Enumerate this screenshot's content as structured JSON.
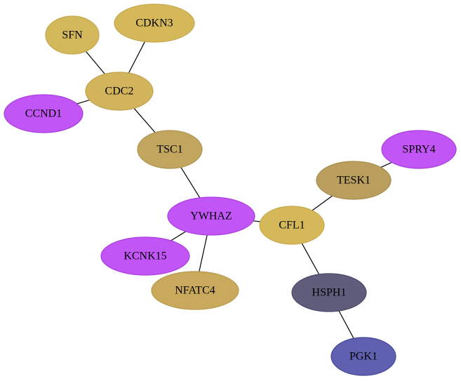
{
  "graph": {
    "nodes": [
      {
        "id": "SFN",
        "label": "SFN",
        "fill": "#d3b75b",
        "stroke": "#c4a94f"
      },
      {
        "id": "CDKN3",
        "label": "CDKN3",
        "fill": "#d5b85a",
        "stroke": "#c6a94c"
      },
      {
        "id": "CDC2",
        "label": "CDC2",
        "fill": "#d2b45d",
        "stroke": "#c1a24e"
      },
      {
        "id": "CCND1",
        "label": "CCND1",
        "fill": "#c155f5",
        "stroke": "#a93ee0"
      },
      {
        "id": "TSC1",
        "label": "TSC1",
        "fill": "#c2a65f",
        "stroke": "#ae9250"
      },
      {
        "id": "SPRY4",
        "label": "SPRY4",
        "fill": "#c155f5",
        "stroke": "#a93ee0"
      },
      {
        "id": "TESK1",
        "label": "TESK1",
        "fill": "#b99e5e",
        "stroke": "#a78c4f"
      },
      {
        "id": "YWHAZ",
        "label": "YWHAZ",
        "fill": "#c155f5",
        "stroke": "#a93ee0"
      },
      {
        "id": "CFL1",
        "label": "CFL1",
        "fill": "#d5b85a",
        "stroke": "#c6a94c"
      },
      {
        "id": "KCNK15",
        "label": "KCNK15",
        "fill": "#c155f5",
        "stroke": "#a93ee0"
      },
      {
        "id": "NFATC4",
        "label": "NFATC4",
        "fill": "#c9aa5c",
        "stroke": "#b8994d"
      },
      {
        "id": "HSPH1",
        "label": "HSPH1",
        "fill": "#5f5c7c",
        "stroke": "#4a4766"
      },
      {
        "id": "PGK1",
        "label": "PGK1",
        "fill": "#5f60b0",
        "stroke": "#45469a"
      }
    ],
    "edges": [
      [
        "SFN",
        "CDC2"
      ],
      [
        "CDKN3",
        "CDC2"
      ],
      [
        "CCND1",
        "CDC2"
      ],
      [
        "CDC2",
        "TSC1"
      ],
      [
        "TSC1",
        "YWHAZ"
      ],
      [
        "YWHAZ",
        "CFL1"
      ],
      [
        "YWHAZ",
        "KCNK15"
      ],
      [
        "YWHAZ",
        "NFATC4"
      ],
      [
        "CFL1",
        "TESK1"
      ],
      [
        "TESK1",
        "SPRY4"
      ],
      [
        "CFL1",
        "HSPH1"
      ],
      [
        "HSPH1",
        "PGK1"
      ]
    ]
  }
}
